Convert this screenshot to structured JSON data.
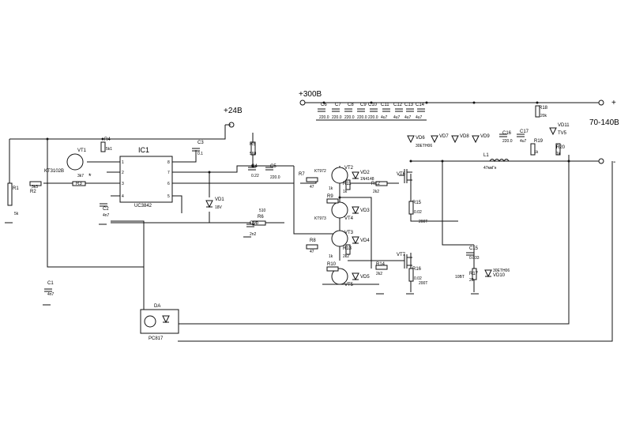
{
  "rails": {
    "v24": "+24В",
    "v300": "+300В",
    "out_range": "70-140В",
    "plus": "+",
    "minus": "-"
  },
  "ic1": {
    "name": "IC1",
    "part": "UC3842",
    "pins": [
      "1",
      "2",
      "3",
      "4",
      "5",
      "6",
      "7",
      "8"
    ]
  },
  "optocoupler": {
    "name": "DA",
    "part": "PC817"
  },
  "transistors": {
    "vt1": {
      "name": "VT1",
      "part": "KT3102B"
    },
    "vt2": {
      "name": "VT2",
      "part": "KT972"
    },
    "vt3": {
      "name": "VT3"
    },
    "vt4": {
      "name": "VT4",
      "part": "KT973"
    },
    "vt5": {
      "name": "VT5"
    },
    "vt6": {
      "name": "VT6"
    },
    "vt7": {
      "name": "VT7"
    }
  },
  "resistors": [
    {
      "name": "R1",
      "value": "5k"
    },
    {
      "name": "R2",
      "value": "3k3"
    },
    {
      "name": "R3",
      "value": "3k7"
    },
    {
      "name": "R4",
      "value": "5k1"
    },
    {
      "name": "R5",
      "value": "560"
    },
    {
      "name": "R6",
      "value": "510"
    },
    {
      "name": "R7",
      "value": "47"
    },
    {
      "name": "R8",
      "value": "47"
    },
    {
      "name": "R9",
      "value": "1k"
    },
    {
      "name": "R10",
      "value": "1k"
    },
    {
      "name": "R11",
      "value": "1k"
    },
    {
      "name": "R12",
      "value": "2k2"
    },
    {
      "name": "R13",
      "value": "2k2"
    },
    {
      "name": "R14",
      "value": "2k2"
    },
    {
      "name": "R15",
      "value": "0.02"
    },
    {
      "name": "R16",
      "value": "0.02"
    },
    {
      "name": "R17",
      "value": "20"
    },
    {
      "name": "R18",
      "value": "20k"
    },
    {
      "name": "R19",
      "value": "1k"
    },
    {
      "name": "R20",
      "value": "1k"
    }
  ],
  "capacitors": [
    {
      "name": "C1",
      "value": "4n7"
    },
    {
      "name": "C2",
      "value": "4n7"
    },
    {
      "name": "C3",
      "value": "0.1"
    },
    {
      "name": "C4",
      "value": "0.22"
    },
    {
      "name": "C5",
      "value": "220.0"
    },
    {
      "name": "C6",
      "value": "220.0"
    },
    {
      "name": "C7",
      "value": "220.0"
    },
    {
      "name": "C8",
      "value": "220.0"
    },
    {
      "name": "C9",
      "value": "220.0"
    },
    {
      "name": "C10",
      "value": "220.0"
    },
    {
      "name": "C11",
      "value": "4u7"
    },
    {
      "name": "C12",
      "value": "4u7"
    },
    {
      "name": "C13",
      "value": "4u7"
    },
    {
      "name": "C14",
      "value": "4u7"
    },
    {
      "name": "C15",
      "value": "0.033"
    },
    {
      "name": "C16",
      "value": "220.0"
    },
    {
      "name": "C17",
      "value": "4u7"
    },
    {
      "name": "C9b",
      "value": "2n2"
    }
  ],
  "diodes": [
    {
      "name": "VD1",
      "value": "18V"
    },
    {
      "name": "VD2",
      "value": "1N4148"
    },
    {
      "name": "VD3"
    },
    {
      "name": "VD4"
    },
    {
      "name": "VD5"
    },
    {
      "name": "VD6",
      "value": "30ETH06"
    },
    {
      "name": "VD7"
    },
    {
      "name": "VD8"
    },
    {
      "name": "VD9"
    },
    {
      "name": "VD10",
      "value": "30ETH06"
    },
    {
      "name": "VD11"
    },
    {
      "name": "TV5"
    }
  ],
  "inductor": {
    "name": "L1",
    "value": "47мкГн"
  },
  "misc": {
    "star": "*",
    "note1": "10BT",
    "note2": "200T",
    "note3": "200T"
  }
}
